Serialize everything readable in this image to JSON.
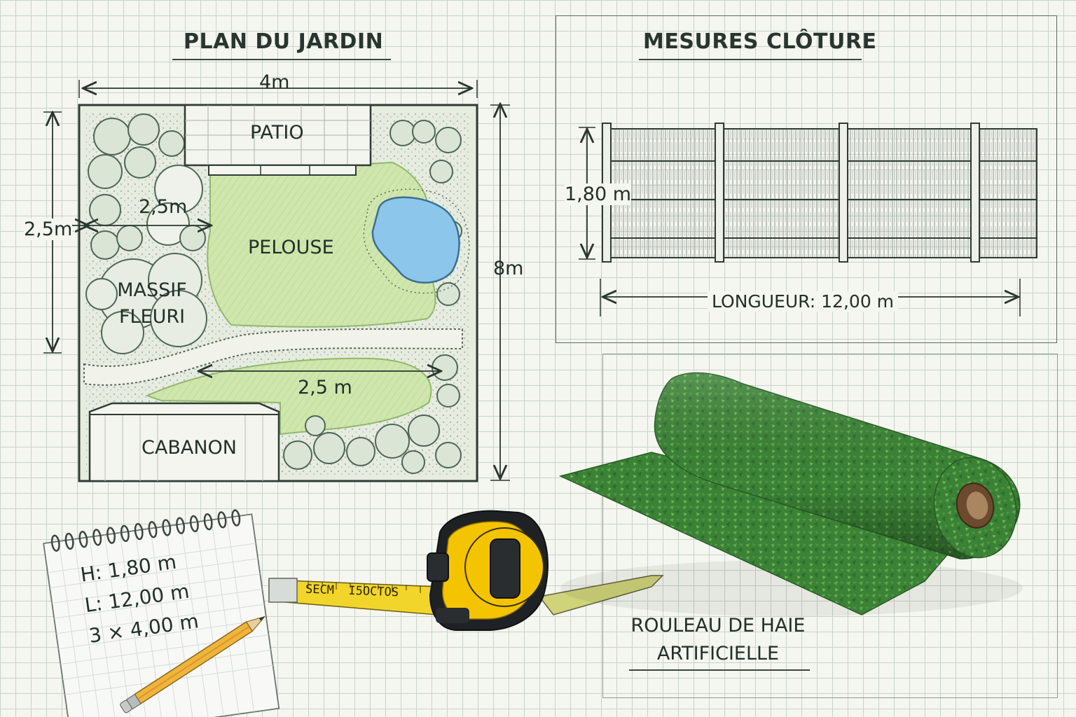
{
  "plan": {
    "title": "PLAN DU JARDIN",
    "width_label": "4m",
    "height_label": "8m",
    "side_label": "2,5m",
    "shrub_label": "2,5m",
    "path_label": "2,5 m",
    "zones": {
      "patio": "PATIO",
      "lawn": "PELOUSE",
      "flowerbed_line1": "MASSIF",
      "flowerbed_line2": "FLEURI",
      "shed": "CABANON"
    }
  },
  "fence": {
    "title": "MESURES CLÔTURE",
    "height_label": "1,80 m",
    "length_label": "LONGUEUR: 12,00 m"
  },
  "notepad": {
    "lines": [
      "H: 1,80 m",
      "L: 12,00 m",
      "3 × 4,00 m"
    ]
  },
  "tape_measure": {
    "tape_text": "SECM  I5OCTOS"
  },
  "roll": {
    "label_line1": "ROULEAU DE HAIE",
    "label_line2": "ARTIFICIELLE"
  },
  "colors": {
    "lawn": "#c9e3a6",
    "water": "#8cc6ea",
    "hedge": "#3f8a3a",
    "tape_yellow": "#f4c400",
    "ink": "#27332d"
  }
}
